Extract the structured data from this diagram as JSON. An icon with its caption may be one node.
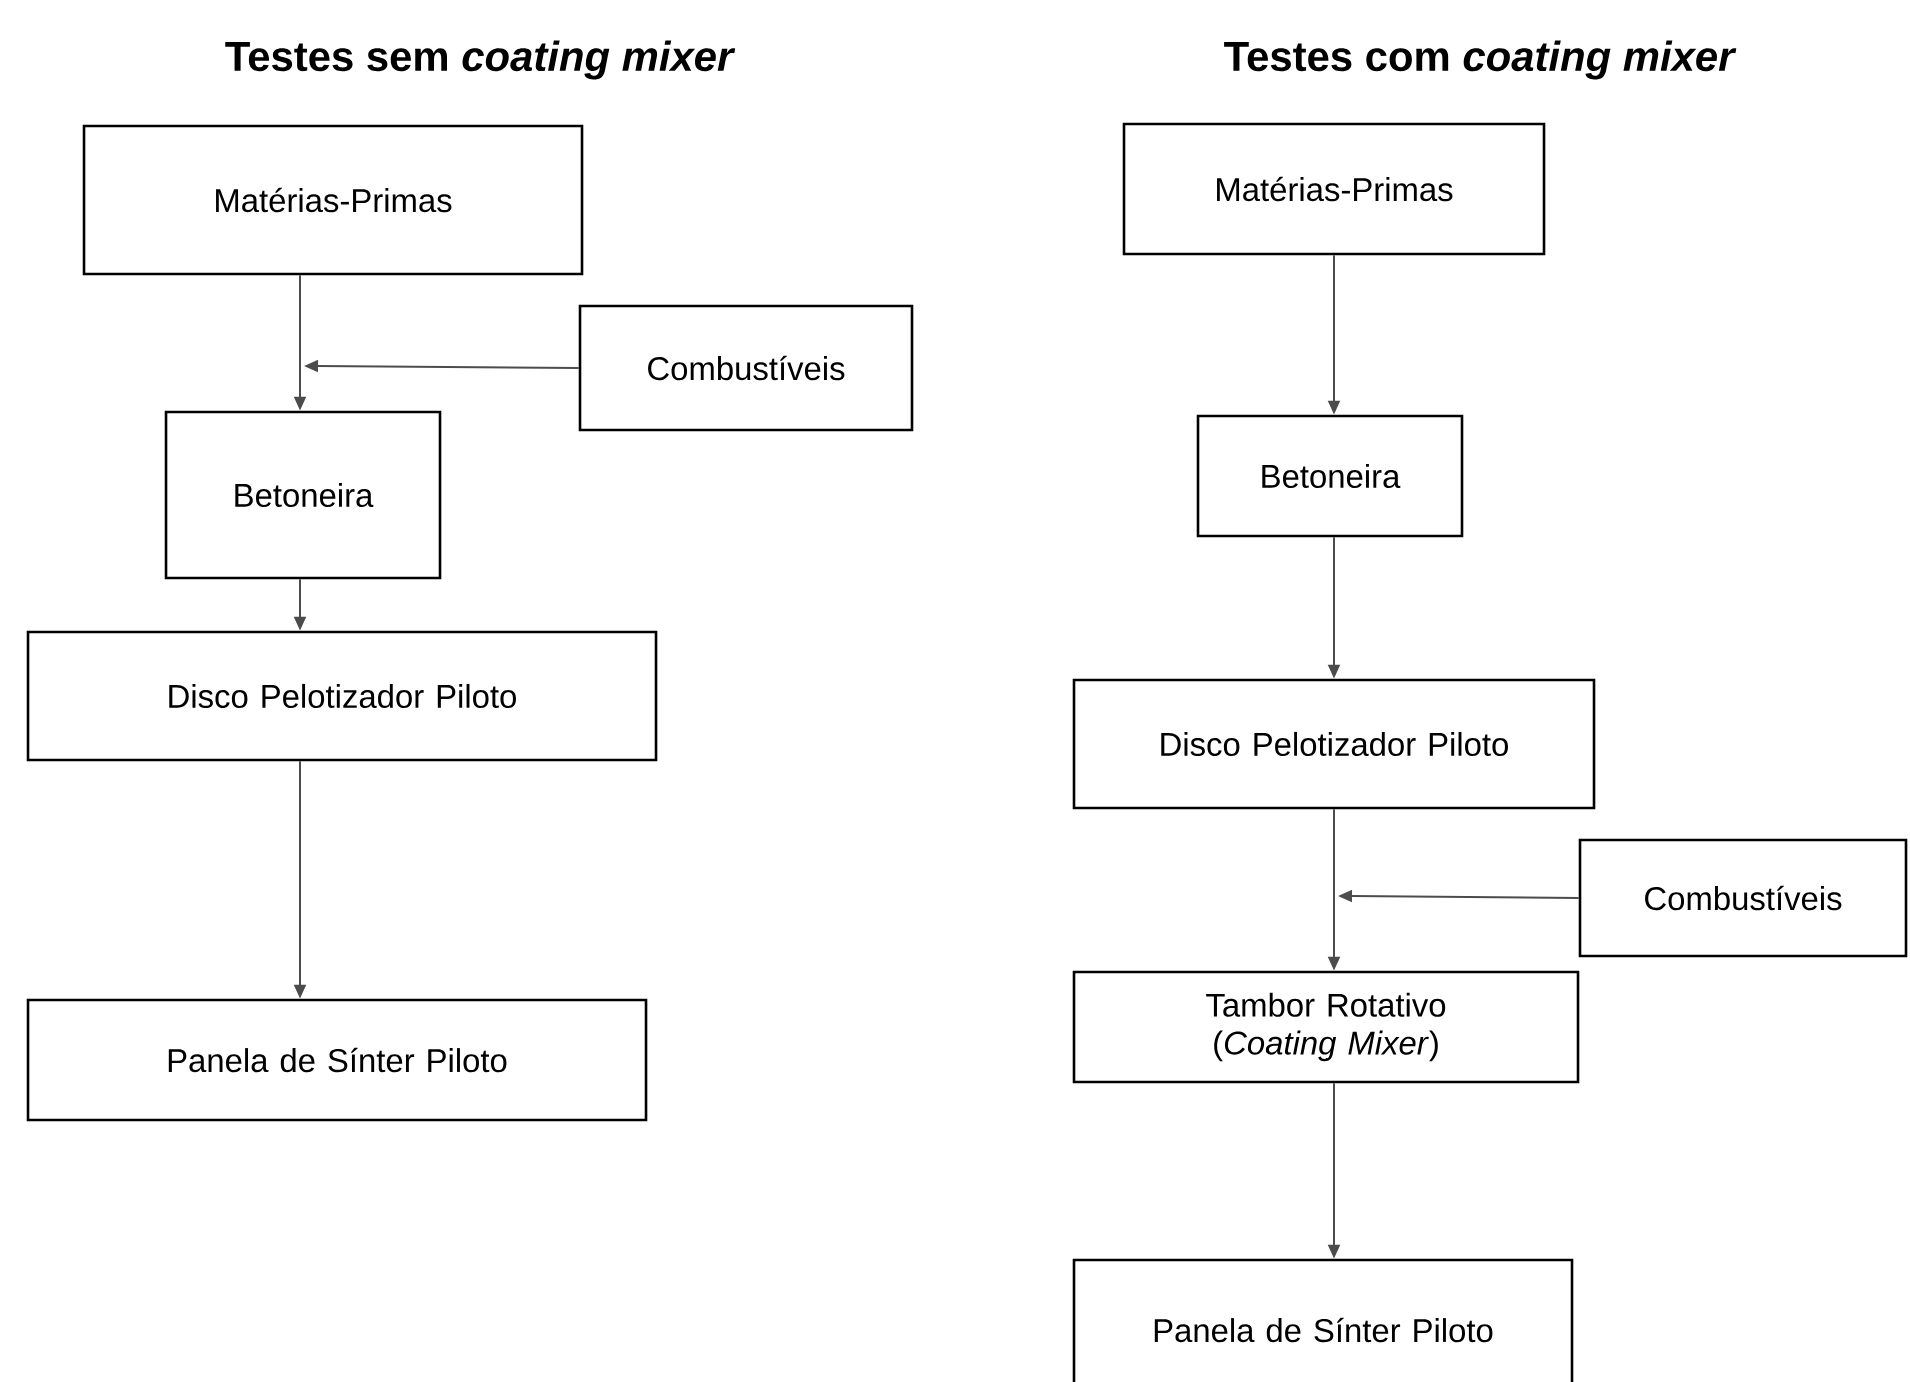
{
  "diagram": {
    "nodes": [
      {
        "text": [
          "Matérias-Primas"
        ]
      },
      {
        "text": [
          "Combustíveis"
        ]
      },
      {
        "text": [
          "Betoneira"
        ]
      },
      {
        "text": [
          "Disco Pelotizador Piloto"
        ]
      },
      {
        "text": [
          "Panela de Sínter Piloto"
        ]
      },
      {
        "text": [
          "Matérias-Primas"
        ]
      },
      {
        "text": [
          "Betoneira"
        ]
      },
      {
        "text": [
          "Disco Pelotizador Piloto"
        ]
      },
      {
        "text": [
          "Combustíveis"
        ]
      },
      {
        "text": [
          "Tambor Rotativo (*Coating Mixer*)"
        ]
      },
      {
        "text": [
          "Panela de Sínter Piloto"
        ]
      }
    ],
    "edges": [
      {
        "from": 0,
        "to": 2,
        "arrow": "to"
      },
      {
        "from": 1,
        "to": null,
        "arrow": "to"
      },
      {
        "from": 2,
        "to": 3,
        "arrow": "to"
      },
      {
        "from": 3,
        "to": 4,
        "arrow": "to"
      },
      {
        "from": 5,
        "to": 6,
        "arrow": "to"
      },
      {
        "from": 6,
        "to": 7,
        "arrow": "to"
      },
      {
        "from": 7,
        "to": 9,
        "arrow": "to"
      },
      {
        "from": 8,
        "to": null,
        "arrow": "to"
      },
      {
        "from": 9,
        "to": 10,
        "arrow": "to"
      }
    ],
    "labels": [
      "Testes sem *coating mixer*",
      "Testes com *coating mixer*"
    ]
  }
}
